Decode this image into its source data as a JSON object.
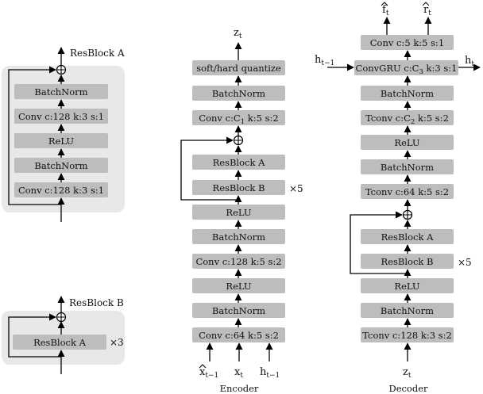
{
  "resblock_a": {
    "title": "ResBlock A",
    "blocks": [
      "BatchNorm",
      "Conv c:128 k:3 s:1",
      "ReLU",
      "BatchNorm",
      "Conv c:128 k:3 s:1"
    ]
  },
  "resblock_b": {
    "title": "ResBlock B",
    "block": "ResBlock A",
    "repeat": "×3"
  },
  "encoder": {
    "caption": "Encoder",
    "output": "z",
    "output_sub": "t",
    "blocks": [
      "soft/hard quantize",
      "BatchNorm",
      "Conv c:C",
      "ResBlock A",
      "ResBlock B",
      "ReLU",
      "BatchNorm",
      "Conv c:128 k:5 s:2",
      "ReLU",
      "BatchNorm",
      "Conv c:64 k:5 s:2"
    ],
    "conv_c1_tail": "k:5 s:2",
    "conv_c1_sub": "1",
    "repeat": "×5",
    "input_x_hat": "x",
    "input_x_hat_sub": "t−1",
    "input_x": "x",
    "input_x_sub": "t",
    "input_h": "h",
    "input_h_sub": "t−1"
  },
  "decoder": {
    "caption": "Decoder",
    "output_f": "f",
    "output_f_sub": "t",
    "output_r": "r",
    "output_r_sub": "t",
    "hidden_in": "h",
    "hidden_in_sub": "t−1",
    "hidden_out": "h",
    "hidden_out_sub": "t",
    "blocks": [
      "Conv c:5 k:5 s:1",
      "ConvGRU c:C",
      "BatchNorm",
      "Tconv c:C",
      "ReLU",
      "BatchNorm",
      "Tconv c:64 k:5 s:2",
      "ResBlock A",
      "ResBlock B",
      "ReLU",
      "BatchNorm",
      "Tconv c:128 k:3 s:2"
    ],
    "convgru_tail": "k:3 s:1",
    "convgru_sub": "3",
    "tconv_c2_tail": "k:5 s:2",
    "tconv_c2_sub": "2",
    "repeat": "×5",
    "input": "z",
    "input_sub": "t"
  }
}
